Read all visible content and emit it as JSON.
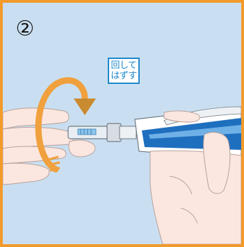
{
  "step": {
    "number": "②"
  },
  "instruction": {
    "lines": [
      "回して",
      "はずす"
    ]
  },
  "colors": {
    "frame": "#f39a2b",
    "background": "#c9dff1",
    "accent": "#1f88cc",
    "arrow": "#f0a03c",
    "skin": "#fbe6e0"
  },
  "icons": {
    "rotate_arrow": "curved-rotate-arrow-icon",
    "pen_needle": "pen-needle-icon",
    "insulin_pen": "insulin-pen-icon"
  }
}
